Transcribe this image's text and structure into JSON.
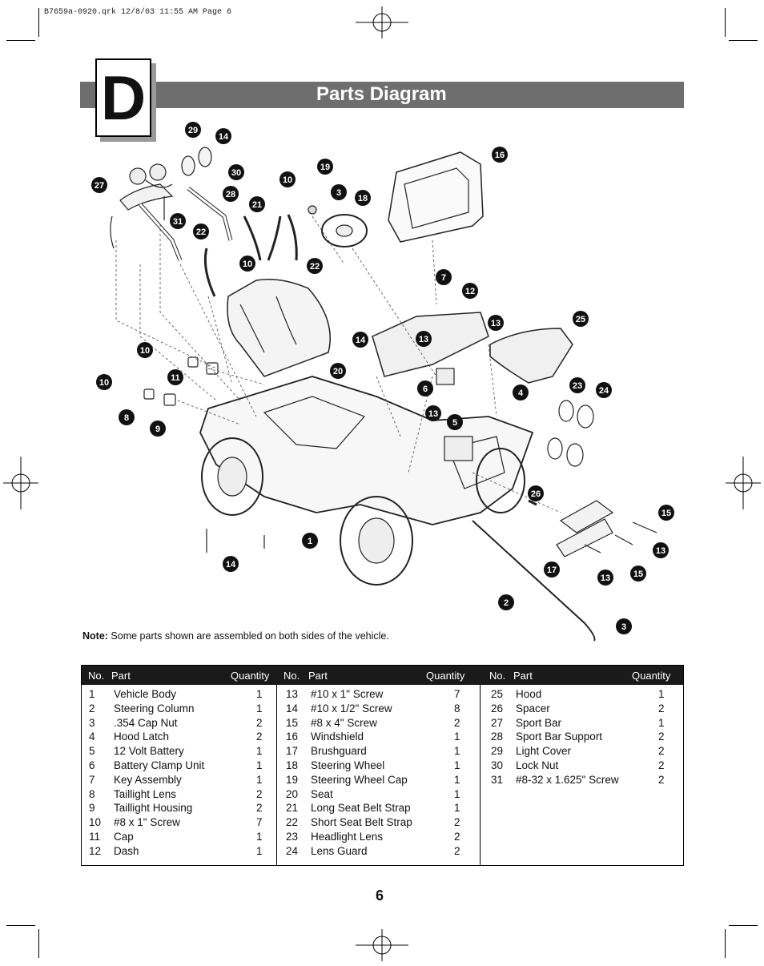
{
  "slug_line": "B7659a-0920.qrk 12/8/03 11:55 AM Page 6",
  "section_letter": "D",
  "title": "Parts Diagram",
  "note": {
    "label": "Note:",
    "text": " Some parts shown are assembled on both sides of the vehicle."
  },
  "table": {
    "headers": {
      "no": "No.",
      "part": "Part",
      "quantity": "Quantity"
    },
    "columns": [
      [
        {
          "no": "1",
          "part": "Vehicle Body",
          "qty": "1"
        },
        {
          "no": "2",
          "part": "Steering Column",
          "qty": "1"
        },
        {
          "no": "3",
          "part": ".354 Cap Nut",
          "qty": "2"
        },
        {
          "no": "4",
          "part": "Hood Latch",
          "qty": "2"
        },
        {
          "no": "5",
          "part": "12 Volt Battery",
          "qty": "1"
        },
        {
          "no": "6",
          "part": "Battery Clamp Unit",
          "qty": "1"
        },
        {
          "no": "7",
          "part": "Key Assembly",
          "qty": "1"
        },
        {
          "no": "8",
          "part": "Taillight Lens",
          "qty": "2"
        },
        {
          "no": "9",
          "part": "Taillight Housing",
          "qty": "2"
        },
        {
          "no": "10",
          "part": "#8 x 1\" Screw",
          "qty": "7"
        },
        {
          "no": "11",
          "part": "Cap",
          "qty": "1"
        },
        {
          "no": "12",
          "part": "Dash",
          "qty": "1"
        }
      ],
      [
        {
          "no": "13",
          "part": "#10 x 1\" Screw",
          "qty": "7"
        },
        {
          "no": "14",
          "part": "#10 x 1/2\" Screw",
          "qty": "8"
        },
        {
          "no": "15",
          "part": "#8 x 4\" Screw",
          "qty": "2"
        },
        {
          "no": "16",
          "part": "Windshield",
          "qty": "1"
        },
        {
          "no": "17",
          "part": "Brushguard",
          "qty": "1"
        },
        {
          "no": "18",
          "part": "Steering Wheel",
          "qty": "1"
        },
        {
          "no": "19",
          "part": "Steering Wheel Cap",
          "qty": "1"
        },
        {
          "no": "20",
          "part": "Seat",
          "qty": "1"
        },
        {
          "no": "21",
          "part": "Long Seat Belt Strap",
          "qty": "1"
        },
        {
          "no": "22",
          "part": "Short Seat Belt Strap",
          "qty": "2"
        },
        {
          "no": "23",
          "part": "Headlight Lens",
          "qty": "2"
        },
        {
          "no": "24",
          "part": "Lens Guard",
          "qty": "2"
        }
      ],
      [
        {
          "no": "25",
          "part": "Hood",
          "qty": "1"
        },
        {
          "no": "26",
          "part": "Spacer",
          "qty": "2"
        },
        {
          "no": "27",
          "part": "Sport Bar",
          "qty": "1"
        },
        {
          "no": "28",
          "part": "Sport Bar Support",
          "qty": "2"
        },
        {
          "no": "29",
          "part": "Light Cover",
          "qty": "2"
        },
        {
          "no": "30",
          "part": "Lock Nut",
          "qty": "2"
        },
        {
          "no": "31",
          "part": "#8-32 x 1.625\" Screw",
          "qty": "2"
        }
      ]
    ]
  },
  "callouts": [
    "29",
    "14",
    "27",
    "30",
    "28",
    "31",
    "22",
    "10",
    "19",
    "3",
    "18",
    "16",
    "21",
    "22",
    "10",
    "7",
    "12",
    "13",
    "25",
    "14",
    "13",
    "10",
    "11",
    "20",
    "6",
    "4",
    "10",
    "8",
    "9",
    "13",
    "5",
    "23",
    "24",
    "26",
    "15",
    "1",
    "13",
    "14",
    "17",
    "13",
    "15",
    "2",
    "3"
  ],
  "page_number": "6"
}
